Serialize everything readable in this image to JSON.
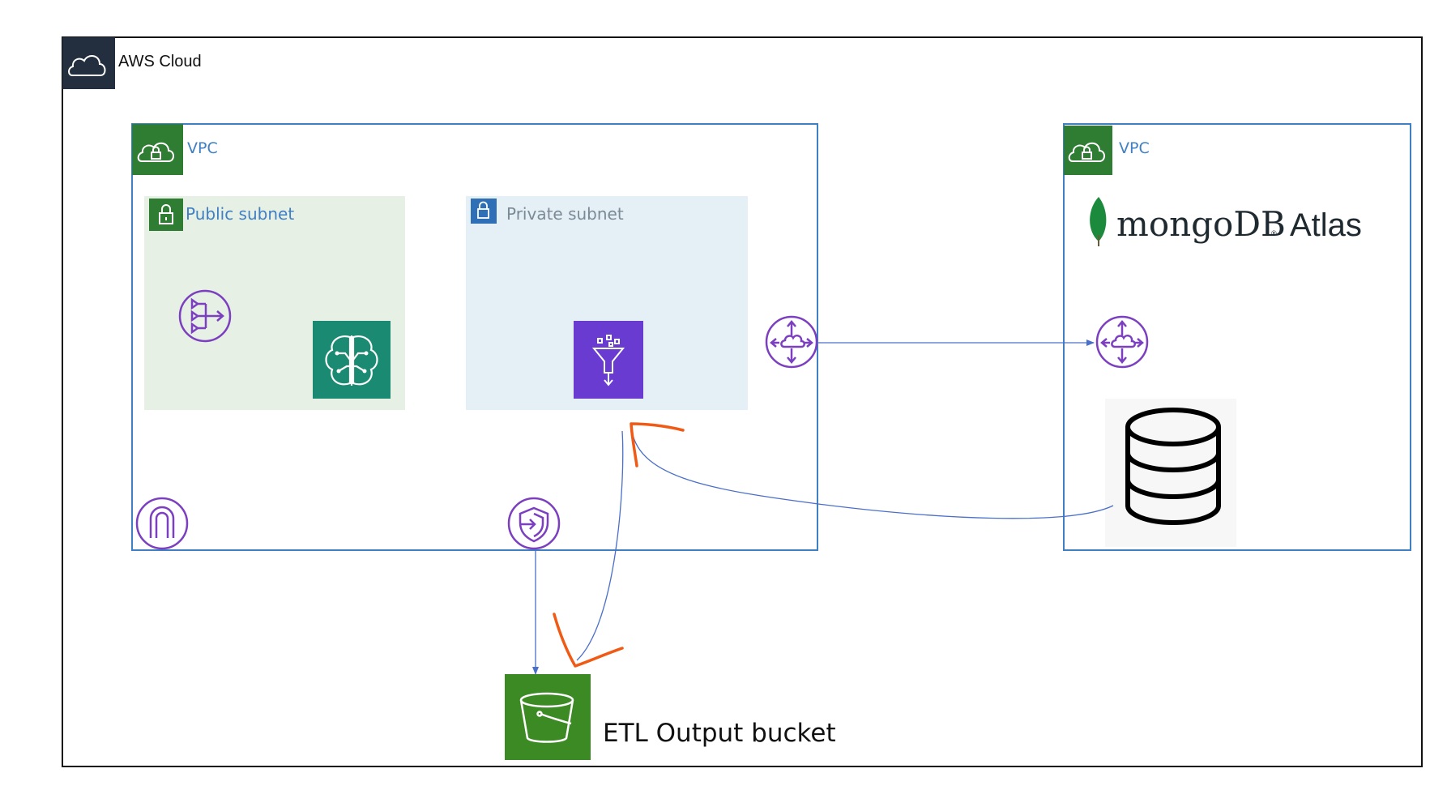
{
  "labels": {
    "aws_cloud": "AWS Cloud",
    "vpc_left": "VPC",
    "vpc_right": "VPC",
    "public_subnet": "Public subnet",
    "private_subnet": "Private subnet",
    "mongo_word": "mongoDB",
    "mongo_registered": "®",
    "atlas_word": "Atlas",
    "bucket": "ETL Output bucket"
  },
  "icons": {
    "aws_cloud": "cloud-icon",
    "vpc": "vpc-cloud-lock-icon",
    "public_subnet": "padlock-icon",
    "private_subnet": "padlock-icon",
    "nat_gateway": "nat-gateway-icon",
    "sagemaker": "sagemaker-brain-icon",
    "glue": "glue-funnel-icon",
    "endpoint_left": "vpc-endpoint-router-icon",
    "endpoint_right": "privatelink-router-icon",
    "internet_gateway": "internet-gateway-icon",
    "s3_gateway_endpoint": "s3-gateway-endpoint-shield-icon",
    "s3_bucket": "s3-bucket-icon",
    "mongodb_leaf": "mongodb-leaf-icon",
    "database": "database-icon"
  },
  "colors": {
    "aws_dark": "#232f3e",
    "vpc_green": "#2e7d32",
    "vpc_border": "#3f7fc4",
    "public_fill": "#e7f0e4",
    "private_fill": "#e5eff6",
    "private_badge": "#2f6fb5",
    "network_purple": "#7b3fc0",
    "sagemaker_teal": "#1a8a72",
    "glue_purple": "#6a3bd0",
    "s3_green": "#3c8a24",
    "arrow_blue": "#4a6fc9",
    "annotation_orange": "#f05a14",
    "mongo_green": "#1c8a3c"
  }
}
